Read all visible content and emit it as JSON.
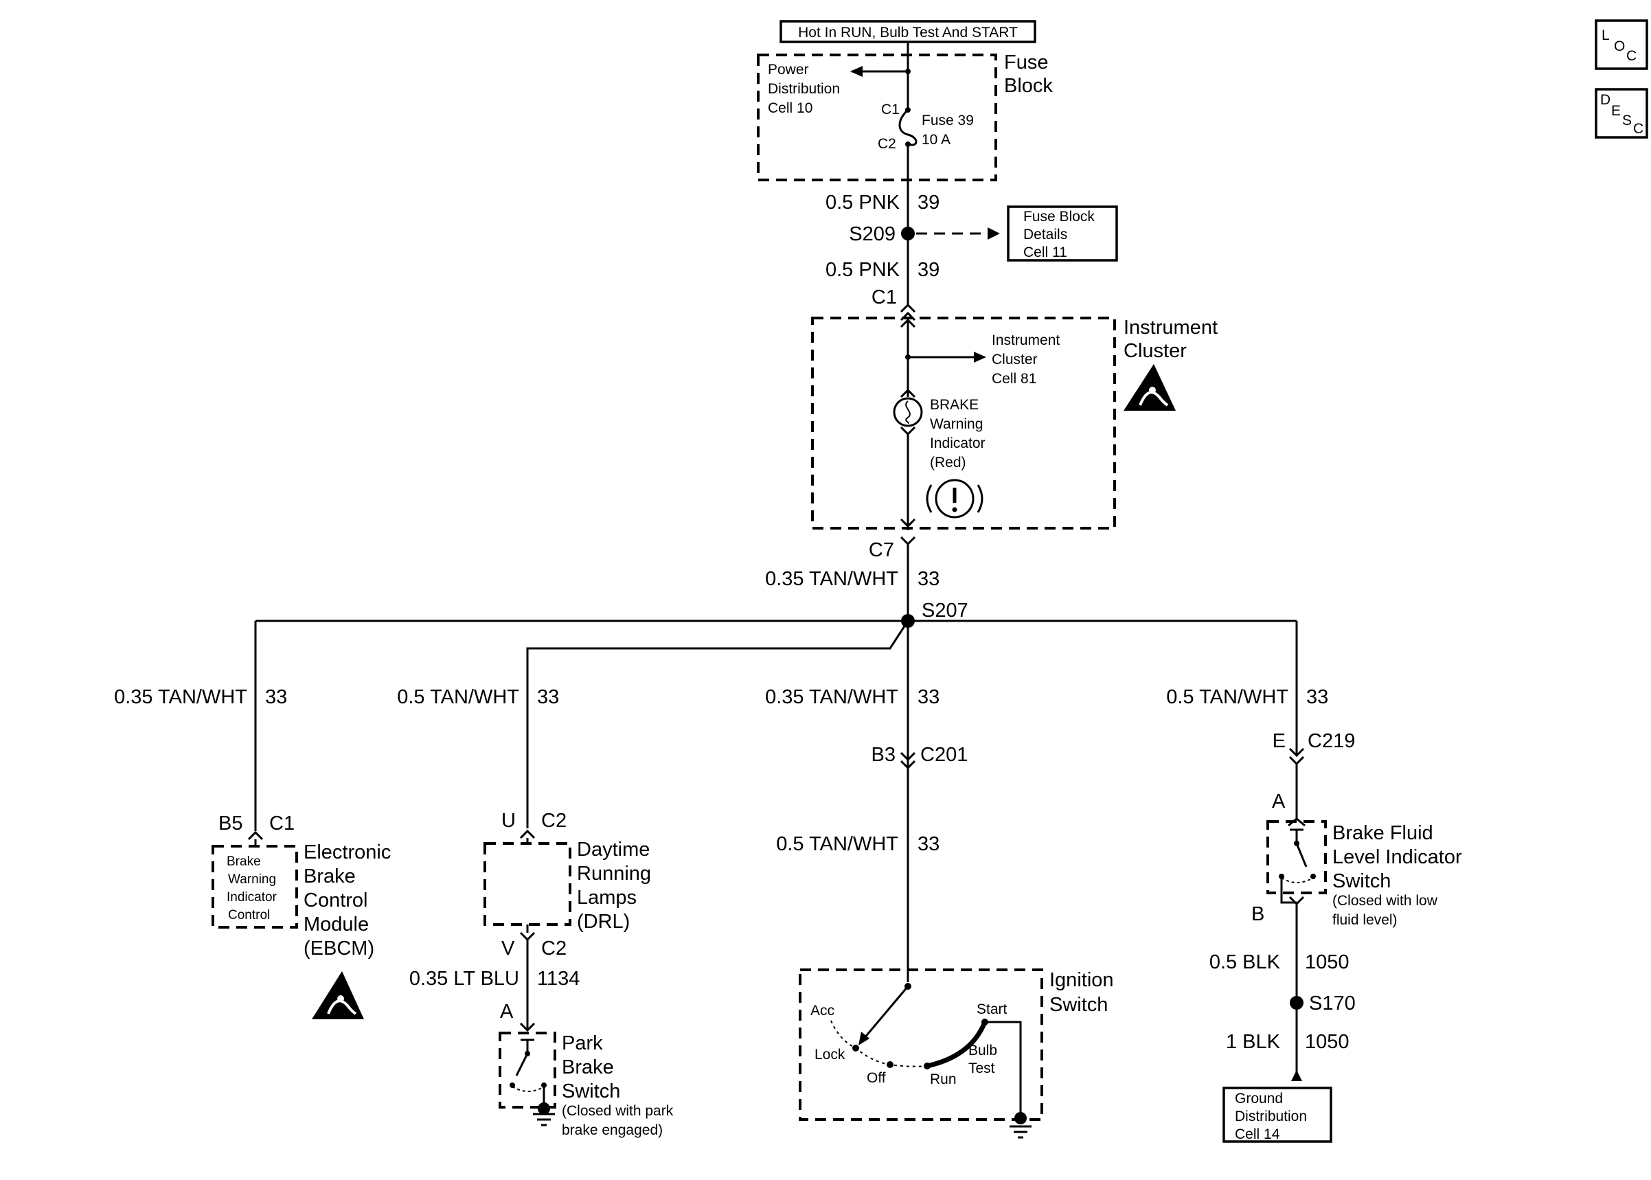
{
  "header_label": "Hot In RUN, Bulb Test And START",
  "corner_icons": {
    "loc": [
      "L",
      "O",
      "C"
    ],
    "desc": [
      "D",
      "E",
      "S",
      "C"
    ]
  },
  "fuse_block": {
    "title": [
      "Fuse",
      "Block"
    ],
    "power_ref": [
      "Power",
      "Distribution",
      "Cell 10"
    ],
    "c1": "C1",
    "c2": "C2",
    "fuse": [
      "Fuse 39",
      "10 A"
    ]
  },
  "wires": {
    "w1": {
      "size": "0.5 PNK",
      "circuit": "39"
    },
    "w2": {
      "size": "0.5 PNK",
      "circuit": "39"
    },
    "w3": {
      "size": "0.35 TAN/WHT",
      "circuit": "33"
    },
    "ebcm": {
      "size": "0.35 TAN/WHT",
      "circuit": "33"
    },
    "drl": {
      "size": "0.5 TAN/WHT",
      "circuit": "33"
    },
    "center": {
      "size": "0.35 TAN/WHT",
      "circuit": "33"
    },
    "brake_fluid": {
      "size": "0.5 TAN/WHT",
      "circuit": "33"
    },
    "ign": {
      "size": "0.5 TAN/WHT",
      "circuit": "33"
    },
    "park": {
      "size": "0.35 LT BLU",
      "circuit": "1134"
    },
    "gnd1": {
      "size": "0.5 BLK",
      "circuit": "1050"
    },
    "gnd2": {
      "size": "1 BLK",
      "circuit": "1050"
    }
  },
  "splices": {
    "s209": "S209",
    "s207": "S207",
    "s170": "S170"
  },
  "fuse_block_details": [
    "Fuse Block",
    "Details",
    "Cell 11"
  ],
  "instrument_cluster": {
    "title": [
      "Instrument",
      "Cluster"
    ],
    "c1": "C1",
    "c7": "C7",
    "ref": [
      "Instrument",
      "Cluster",
      "Cell 81"
    ],
    "indicator": [
      "BRAKE",
      "Warning",
      "Indicator",
      "(Red)"
    ],
    "symbol": "(!)"
  },
  "ebcm": {
    "pin": "B5",
    "conn": "C1",
    "inner": [
      "Brake",
      "Warning",
      "Indicator",
      "Control"
    ],
    "title": [
      "Electronic",
      "Brake",
      "Control",
      "Module",
      "(EBCM)"
    ]
  },
  "drl": {
    "pin_top": "U",
    "conn_top": "C2",
    "pin_bottom": "V",
    "conn_bottom": "C2",
    "title": [
      "Daytime",
      "Running",
      "Lamps",
      "(DRL)"
    ]
  },
  "park_brake": {
    "pin": "A",
    "title": [
      "Park",
      "Brake",
      "Switch"
    ],
    "note": [
      "(Closed with park",
      "brake engaged)"
    ]
  },
  "c201": {
    "pin": "B3",
    "conn": "C201"
  },
  "ignition": {
    "title": [
      "Ignition",
      "Switch"
    ],
    "positions": {
      "acc": "Acc",
      "lock": "Lock",
      "off": "Off",
      "run": "Run",
      "start": "Start",
      "bulb": [
        "Bulb",
        "Test"
      ]
    }
  },
  "c219": {
    "pin": "E",
    "conn": "C219"
  },
  "brake_fluid": {
    "pin_top": "A",
    "pin_bottom": "B",
    "title": [
      "Brake Fluid",
      "Level Indicator",
      "Switch"
    ],
    "note": [
      "(Closed with low",
      "fluid level)"
    ]
  },
  "ground_dist": [
    "Ground",
    "Distribution",
    "Cell 14"
  ]
}
